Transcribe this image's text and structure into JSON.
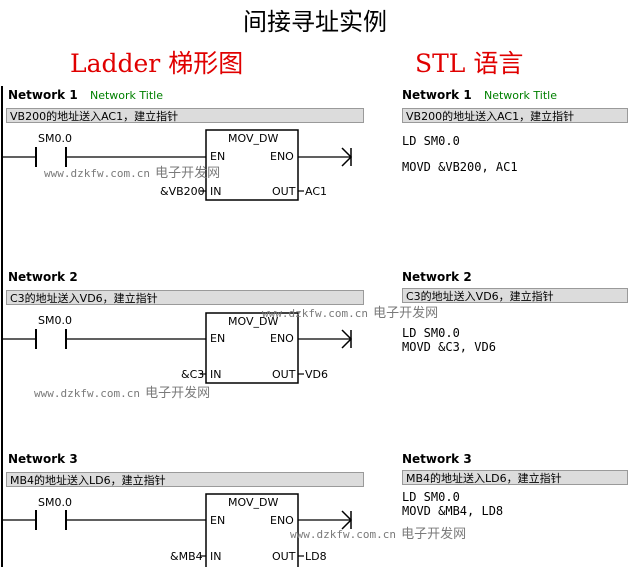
{
  "page": {
    "title": "间接寻址实例"
  },
  "headers": {
    "ladder": "Ladder 梯形图",
    "stl": "STL 语言"
  },
  "networks": [
    {
      "label": "Network 1",
      "title": "Network Title",
      "comment": "VB200的地址送入AC1，建立指针",
      "contact": "SM0.0",
      "block": {
        "name": "MOV_DW",
        "en": "EN",
        "eno": "ENO",
        "in_pin": "IN",
        "out_pin": "OUT",
        "in_value": "&VB200",
        "out_value": "AC1"
      },
      "stl": [
        "LD      SM0.0",
        "MOVD    &VB200, AC1"
      ]
    },
    {
      "label": "Network 2",
      "comment": "C3的地址送入VD6，建立指针",
      "contact": "SM0.0",
      "block": {
        "name": "MOV_DW",
        "en": "EN",
        "eno": "ENO",
        "in_pin": "IN",
        "out_pin": "OUT",
        "in_value": "&C3",
        "out_value": "VD6"
      },
      "stl": [
        "LD      SM0.0",
        "MOVD    &C3, VD6"
      ]
    },
    {
      "label": "Network 3",
      "comment": "MB4的地址送入LD6，建立指针",
      "contact": "SM0.0",
      "block": {
        "name": "MOV_DW",
        "en": "EN",
        "eno": "ENO",
        "in_pin": "IN",
        "out_pin": "OUT",
        "in_value": "&MB4",
        "out_value": "LD8"
      },
      "stl": [
        "LD      SM0.0",
        "MOVD    &MB4, LD8"
      ]
    }
  ],
  "watermark": {
    "url": "www.dzkfw.com.cn",
    "site": "电子开发网"
  }
}
